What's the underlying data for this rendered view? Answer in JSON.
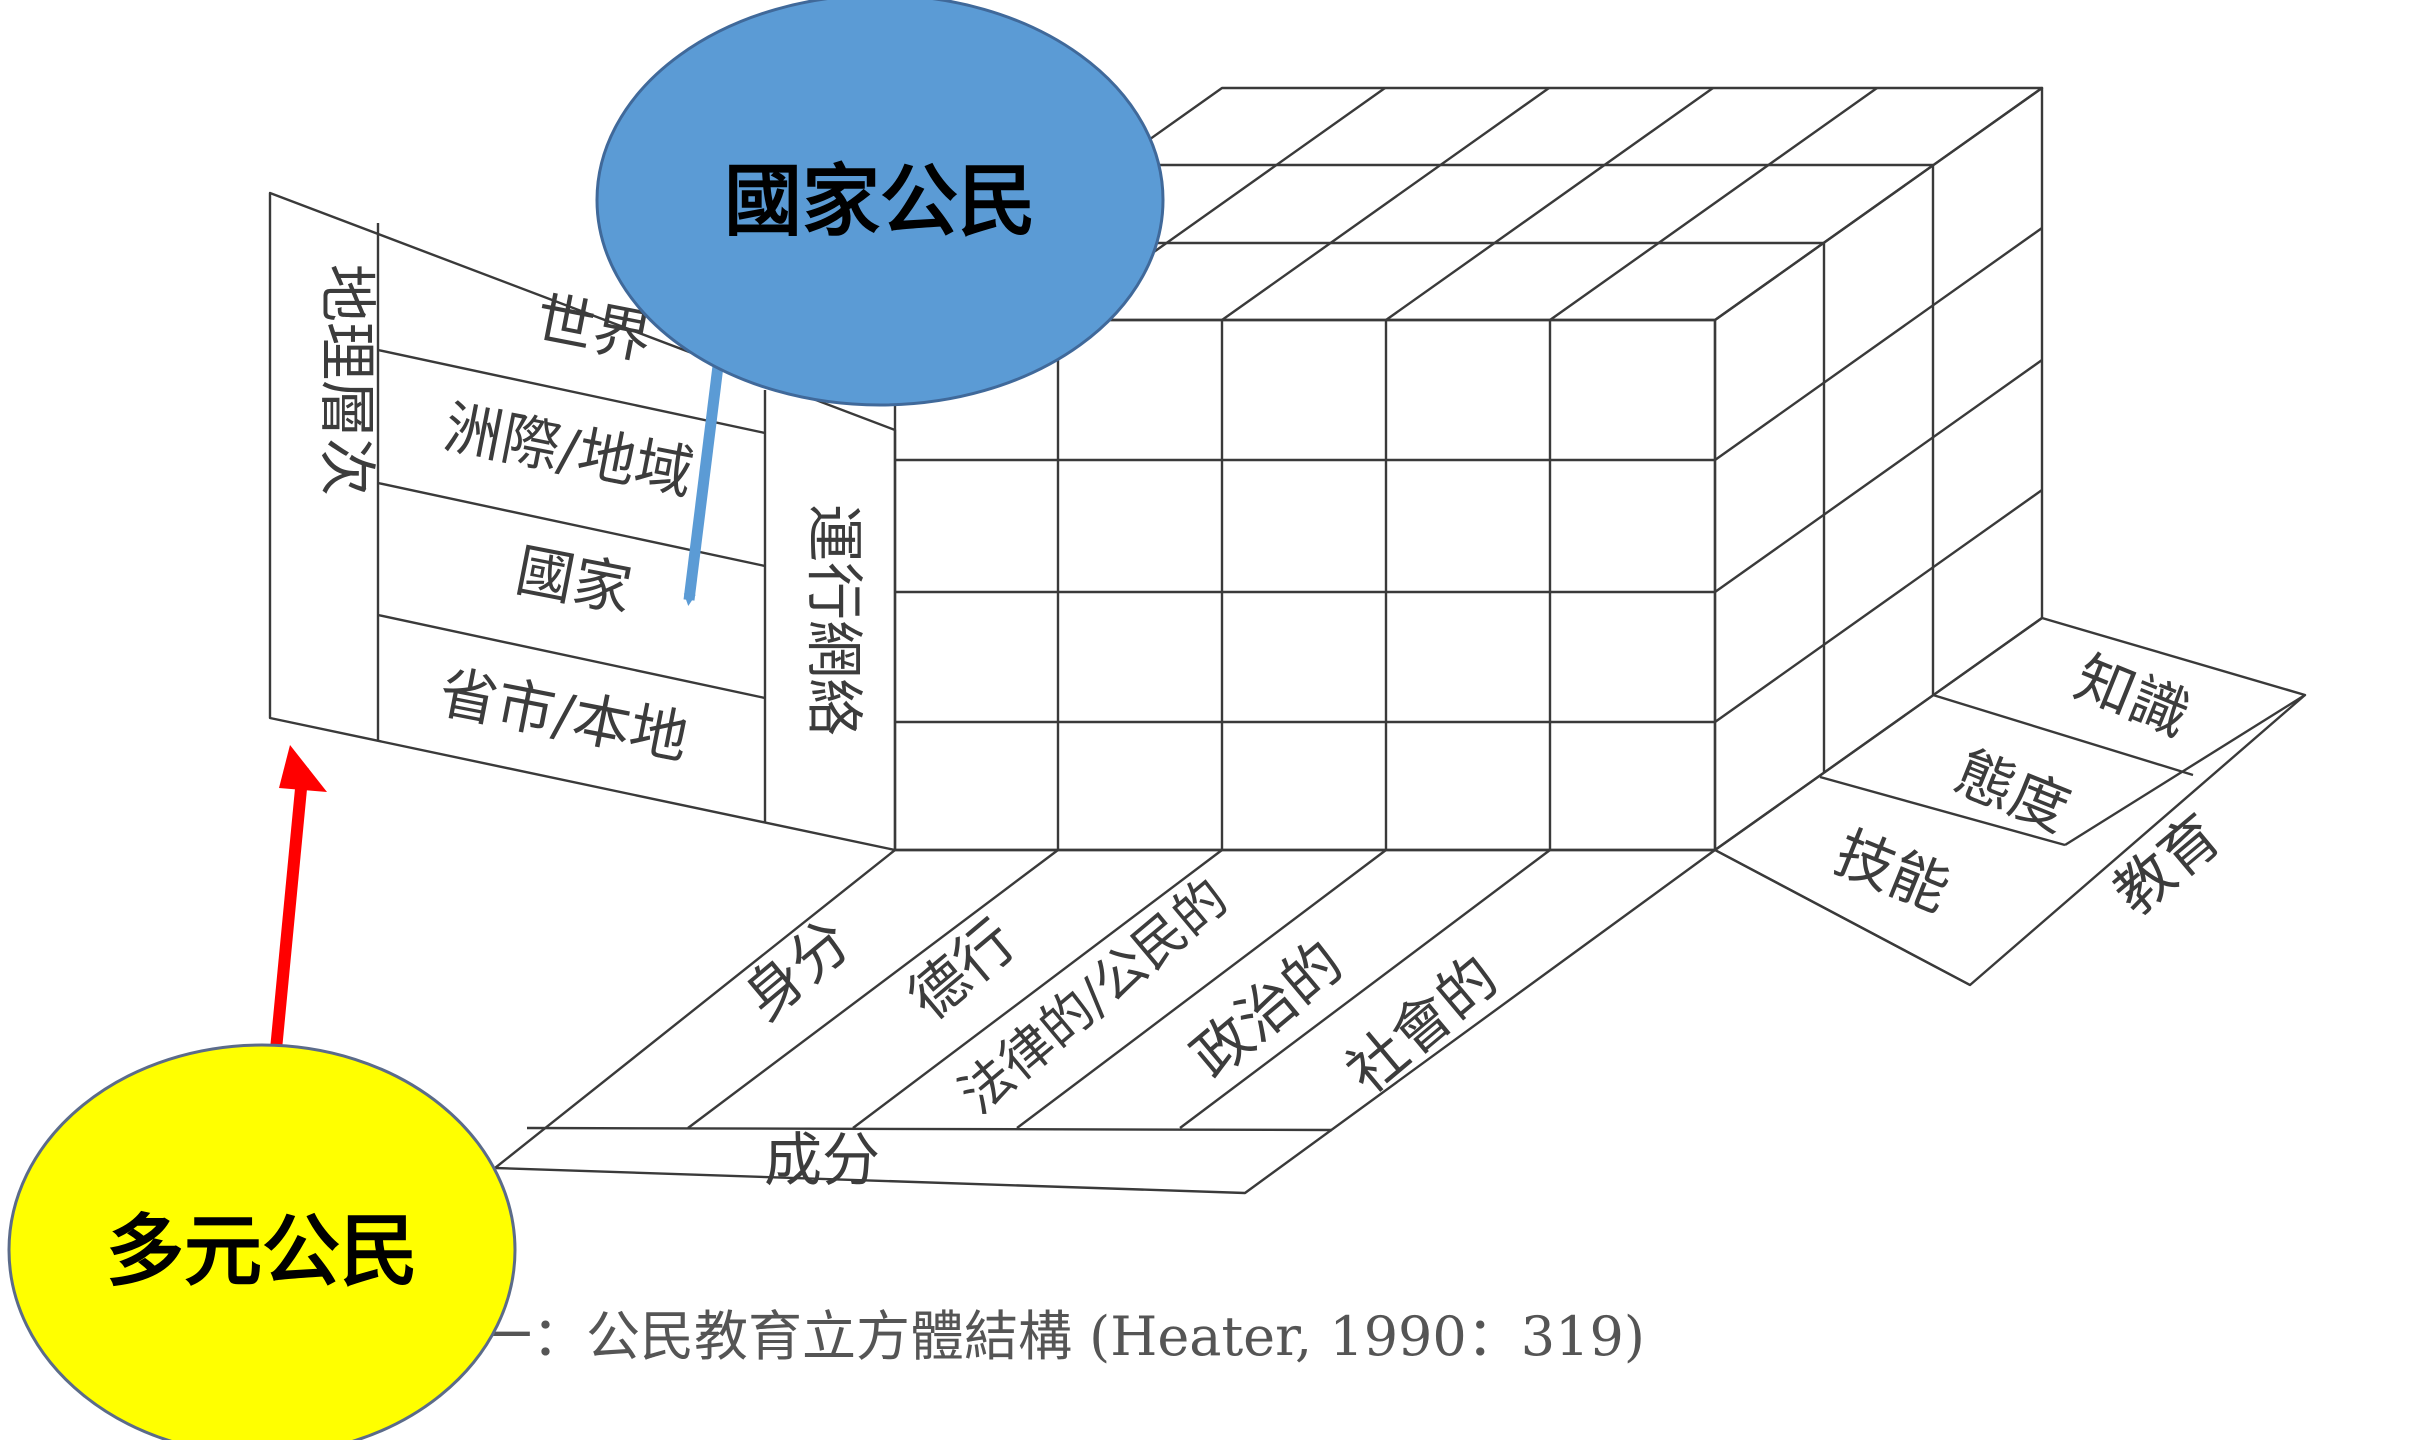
{
  "diagram": {
    "caption": "一：公民教育立方體結構 (Heater, 1990：319)",
    "left_panel": {
      "axis_label": "地理層次",
      "levels": [
        "世界",
        "洲際/地域",
        "國家",
        "省市/本地"
      ],
      "side_label": "運行網絡"
    },
    "bottom_panel": {
      "elements": [
        "身分",
        "德行",
        "法律的/公民的",
        "政治的",
        "社會的"
      ],
      "axis_label": "成分"
    },
    "right_panel": {
      "elements": [
        "知識",
        "態度",
        "技能"
      ],
      "axis_label": "教育"
    },
    "callouts": {
      "national": {
        "text": "國家公民",
        "color": "#5b9bd5",
        "arrow_color": "#5b9bd5"
      },
      "multi": {
        "text": "多元公民",
        "color": "#ffff00",
        "arrow_color": "#ff0000"
      }
    }
  }
}
